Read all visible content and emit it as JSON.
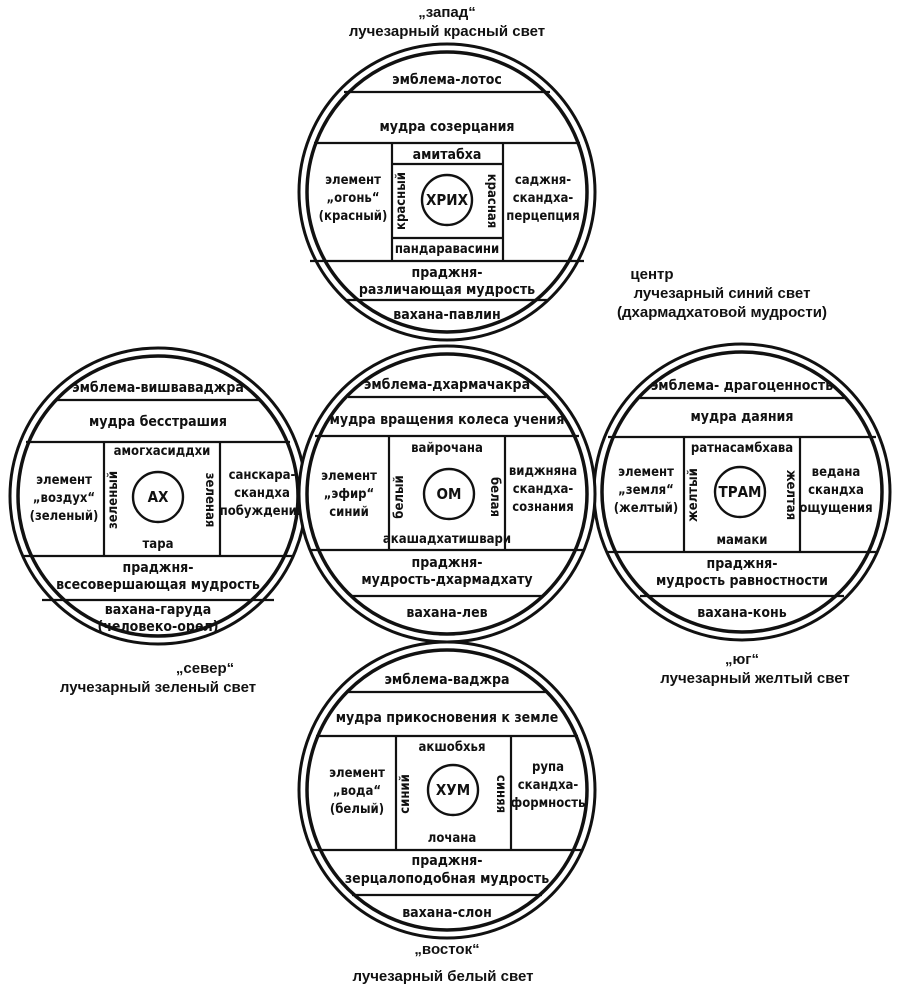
{
  "captions": {
    "west_dir": "„запад“",
    "west_light": "лучезарный красный свет",
    "center_dir": "центр",
    "center_light": "лучезарный синий свет",
    "center_wisdom": "(дхармадхатовой мудрости)",
    "north_dir": "„север“",
    "north_light": "лучезарный зеленый свет",
    "south_dir": "„юг“",
    "south_light": "лучезарный желтый свет",
    "east_dir": "„восток“",
    "east_light": "лучезарный белый свет"
  },
  "mandala": {
    "top": {
      "emblem": "эмблема-лотос",
      "mudra": "мудра созерцания",
      "buddha": "амитабха",
      "element": [
        "элемент",
        "„огонь“",
        "(красный)"
      ],
      "color_left": "красный",
      "color_right": "красная",
      "seed": "ХРИХ",
      "skandha": [
        "саджня-",
        "скандха-",
        "перцепция"
      ],
      "consort": "пандаравасини",
      "prajna": [
        "праджня-",
        "различающая мудрость"
      ],
      "vahana": "вахана-павлин"
    },
    "center": {
      "emblem": "эмблема-дхармачакра",
      "mudra": "мудра вращения колеса учения",
      "buddha": "вайрочана",
      "element": [
        "элемент",
        "„эфир“",
        "синий"
      ],
      "color_left": "белый",
      "color_right": "белая",
      "seed": "ОМ",
      "skandha": [
        "виджняна",
        "скандха-",
        "сознания"
      ],
      "consort": "акашадхатишвари",
      "prajna": [
        "праджня-",
        "мудрость-дхармадхату"
      ],
      "vahana": "вахана-лев"
    },
    "left": {
      "emblem": "эмблема-вишваваджра",
      "mudra": "мудра бесстрашия",
      "buddha": "амогхасиддхи",
      "element": [
        "элемент",
        "„воздух“",
        "(зеленый)"
      ],
      "color_left": "зеленый",
      "color_right": "зеленая",
      "seed": "АХ",
      "skandha": [
        "санскара-",
        "скандха",
        "побуждения"
      ],
      "consort": "тара",
      "prajna": [
        "праджня-",
        "всесовершающая мудрость"
      ],
      "vahana": [
        "вахана-гаруда",
        "(человеко-орел)"
      ]
    },
    "right": {
      "emblem": "эмблема- драгоценность",
      "mudra": "мудра даяния",
      "buddha": "ратнасамбхава",
      "element": [
        "элемент",
        "„земля“",
        "(желтый)"
      ],
      "color_left": "желтый",
      "color_right": "желтая",
      "seed": "ТРАМ",
      "skandha": [
        "ведана",
        "скандха",
        "ощущения"
      ],
      "consort": "мамаки",
      "prajna": [
        "праджня-",
        "мудрость равностности"
      ],
      "vahana": "вахана-конь"
    },
    "bottom": {
      "emblem": "эмблема-ваджра",
      "mudra": "мудра прикосновения к земле",
      "buddha": "акшобхья",
      "element": [
        "элемент",
        "„вода“",
        "(белый)"
      ],
      "color_left": "синий",
      "color_right": "синяя",
      "seed": "ХУМ",
      "skandha": [
        "рупа",
        "скандха-",
        "формность"
      ],
      "consort": "лочана",
      "prajna": [
        "праджня-",
        "зерцалоподобная мудрость"
      ],
      "vahana": "вахана-слон"
    }
  }
}
